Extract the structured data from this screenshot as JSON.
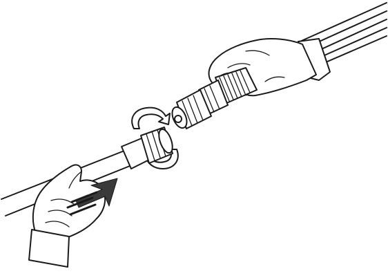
{
  "figure": {
    "background": "#ffffff",
    "line_color": "#1a1a1a",
    "arrow_fill": "#3a3a3a",
    "elements": [
      "hose-line",
      "hand-holding-hose",
      "quick-connect-socket",
      "rotation-arrows",
      "push-direction-arrow",
      "spray-gun-threaded-connector",
      "hand-holding-spray-gun",
      "spray-gun-handle"
    ]
  }
}
